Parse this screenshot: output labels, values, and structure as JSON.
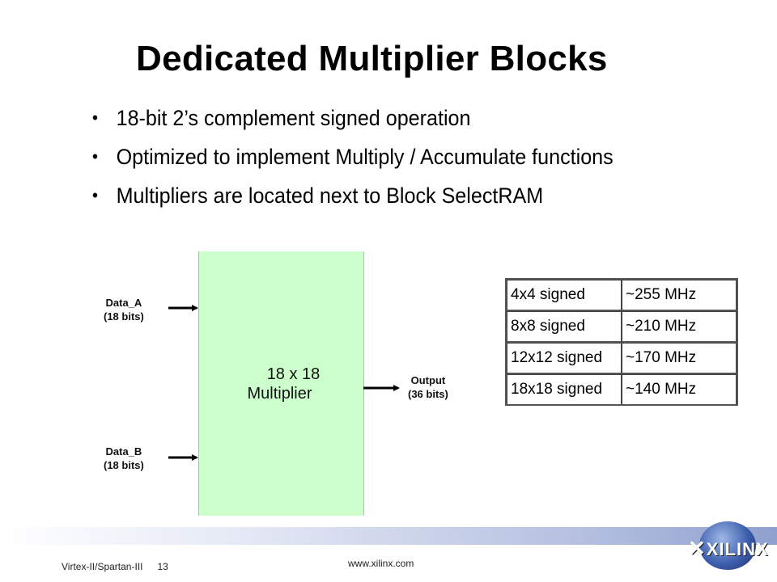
{
  "title": "Dedicated Multiplier Blocks",
  "bullets": [
    "18-bit 2’s complement signed operation",
    "Optimized to implement Multiply / Accumulate functions",
    "Multipliers are located next to Block SelectRAM"
  ],
  "diagram": {
    "block_line1": "18 x 18",
    "block_line2": "Multiplier",
    "input_a_line1": "Data_A",
    "input_a_line2": "(18 bits)",
    "input_b_line1": "Data_B",
    "input_b_line2": "(18 bits)",
    "output_line1": "Output",
    "output_line2": "(36 bits)",
    "block_color": "#ccffcc"
  },
  "perf_table": {
    "rows": [
      [
        "4x4 signed",
        "~255 MHz"
      ],
      [
        "8x8 signed",
        "~210 MHz"
      ],
      [
        "12x12 signed",
        "~170 MHz"
      ],
      [
        "18x18 signed",
        "~140 MHz"
      ]
    ]
  },
  "footer": {
    "left_text": "Virtex-II/Spartan-III",
    "page_number": "13",
    "url": "www.xilinx.com",
    "logo_text": "XILINX",
    "logo_icon": "xilinx-globe-logo"
  }
}
